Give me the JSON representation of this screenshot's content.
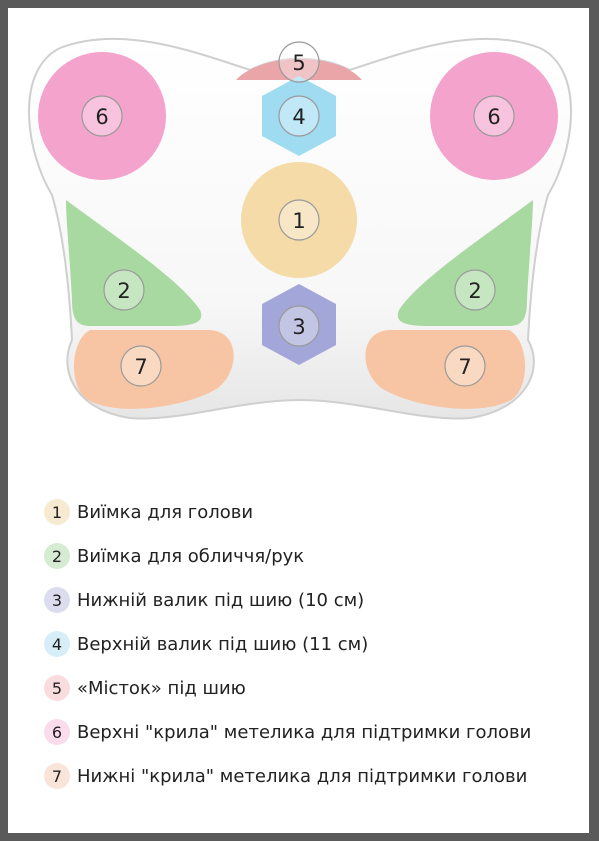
{
  "diagram": {
    "markers": [
      {
        "id": "5",
        "label": "5"
      },
      {
        "id": "4",
        "label": "4"
      },
      {
        "id": "6-left",
        "label": "6"
      },
      {
        "id": "6-right",
        "label": "6"
      },
      {
        "id": "1",
        "label": "1"
      },
      {
        "id": "2-left",
        "label": "2"
      },
      {
        "id": "2-right",
        "label": "2"
      },
      {
        "id": "3",
        "label": "3"
      },
      {
        "id": "7-left",
        "label": "7"
      },
      {
        "id": "7-right",
        "label": "7"
      }
    ]
  },
  "legend": {
    "items": [
      {
        "num": "1",
        "text": "Виїмка для голови",
        "color": "#f6ead0"
      },
      {
        "num": "2",
        "text": "Виїмка для обличчя/рук",
        "color": "#d6ecd2"
      },
      {
        "num": "3",
        "text": "Нижній валик під шию (10 см)",
        "color": "#dcdcef"
      },
      {
        "num": "4",
        "text": "Верхній валик під шию (11 см)",
        "color": "#d6eef8"
      },
      {
        "num": "5",
        "text": "«Місток» під шию",
        "color": "#f8dcde"
      },
      {
        "num": "6",
        "text": "Верхні \"крила\" метелика для підтримки голови",
        "color": "#fadcec"
      },
      {
        "num": "7",
        "text": "Нижні \"крила\" метелика для підтримки голови",
        "color": "#f8e4d8"
      }
    ]
  },
  "colors": {
    "zone1": "#f4dba8",
    "zone2": "#a8d9a0",
    "zone3": "#a3a6d8",
    "zone4": "#9fdcf2",
    "zone5": "#e9a5a8",
    "zone6": "#f3a3cc",
    "zone7": "#f7c5a3"
  }
}
